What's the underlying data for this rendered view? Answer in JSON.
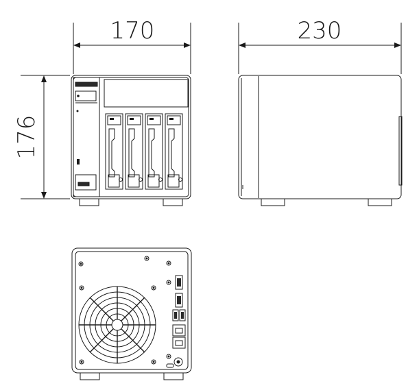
{
  "dimensions": {
    "width_label": "170",
    "depth_label": "230",
    "height_label": "176"
  },
  "colors": {
    "line": "#1a1a1a",
    "body_fill": "#ffffff",
    "dark": "#2a2a2a",
    "grey": "#cfcfcf"
  },
  "drive_bays": 4,
  "views": [
    "front-view",
    "side-view",
    "rear-view"
  ]
}
